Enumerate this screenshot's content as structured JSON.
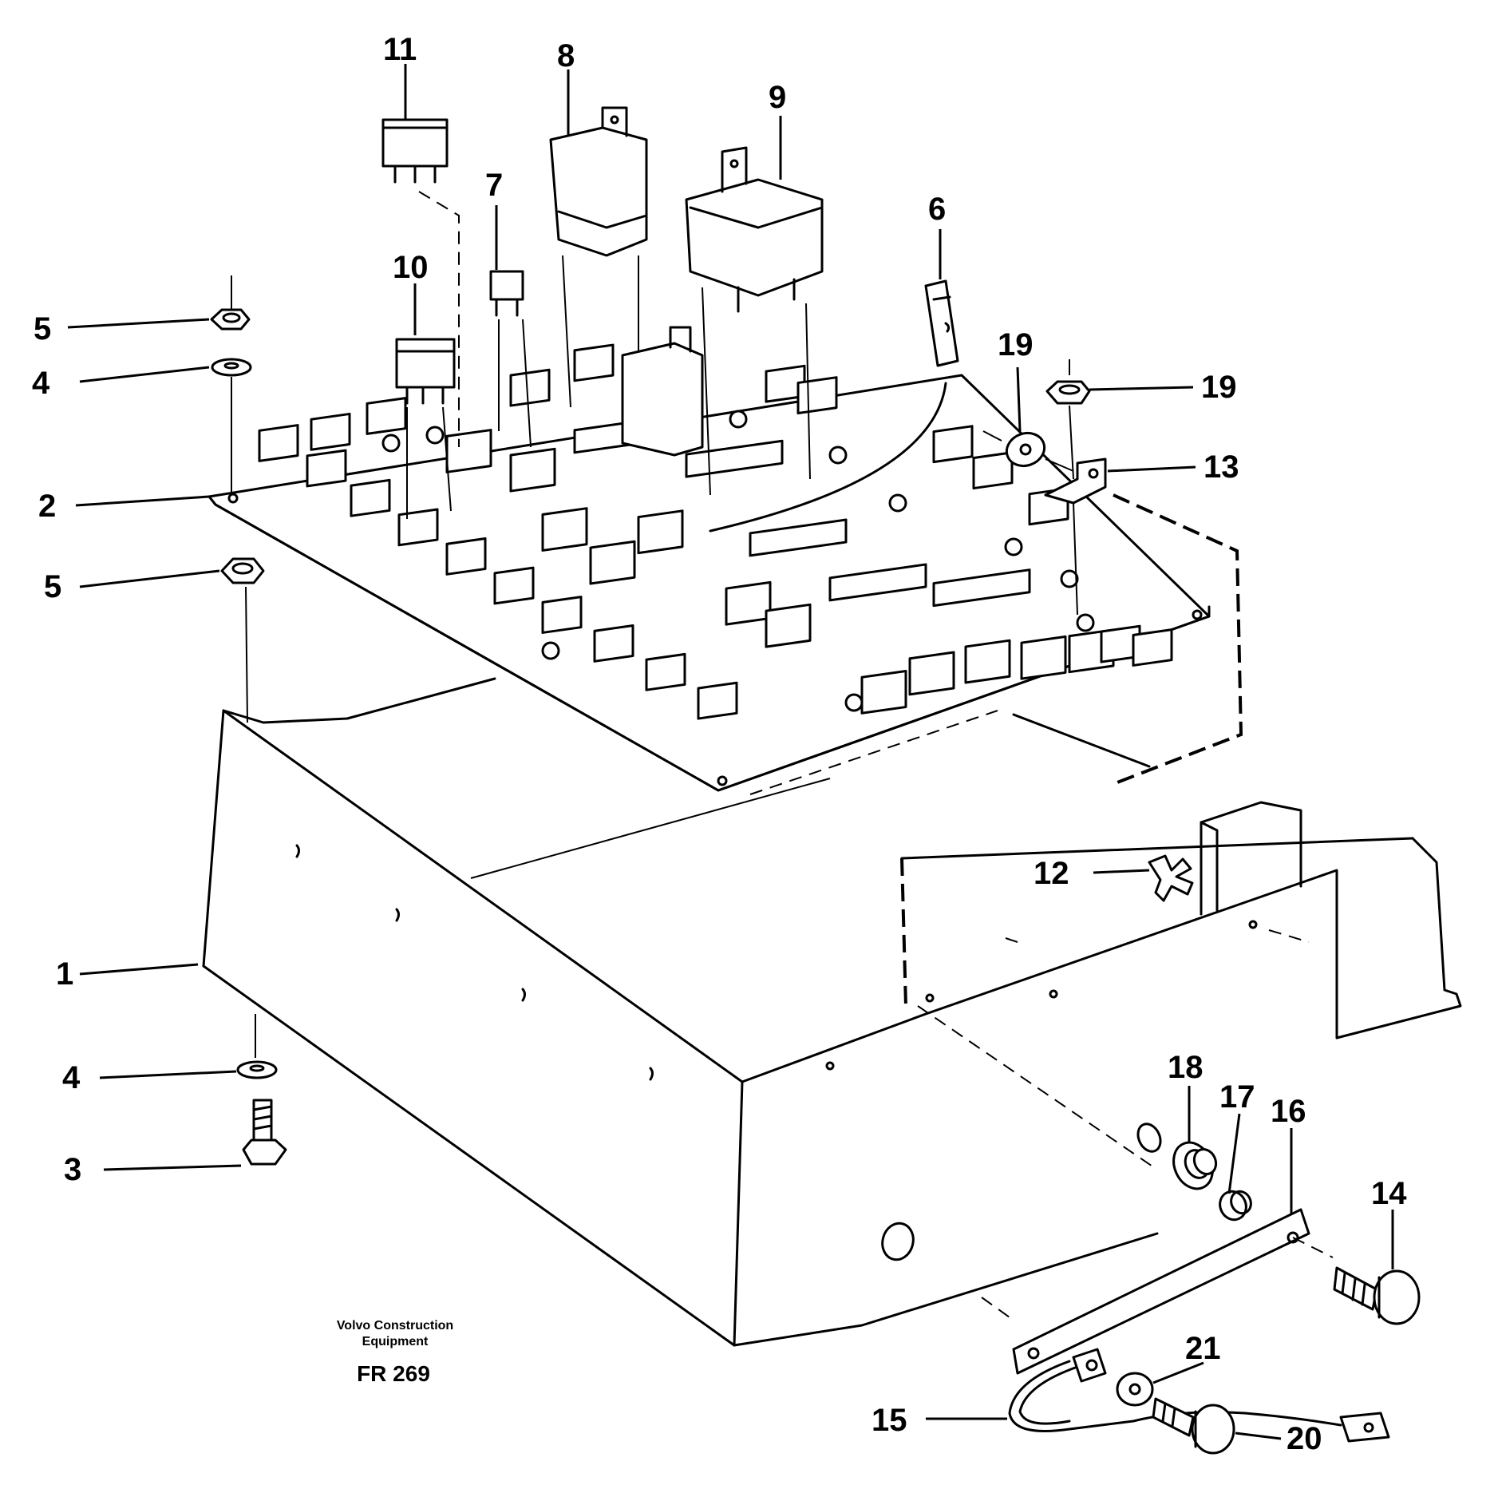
{
  "callouts": [
    "1",
    "2",
    "3",
    "4",
    "4",
    "5",
    "5",
    "6",
    "7",
    "8",
    "9",
    "10",
    "11",
    "12",
    "13",
    "14",
    "15",
    "16",
    "17",
    "18",
    "19",
    "19",
    "20",
    "21"
  ],
  "footer": {
    "company_line1": "Volvo Construction",
    "company_line2": "Equipment",
    "figure_code": "FR 269"
  }
}
